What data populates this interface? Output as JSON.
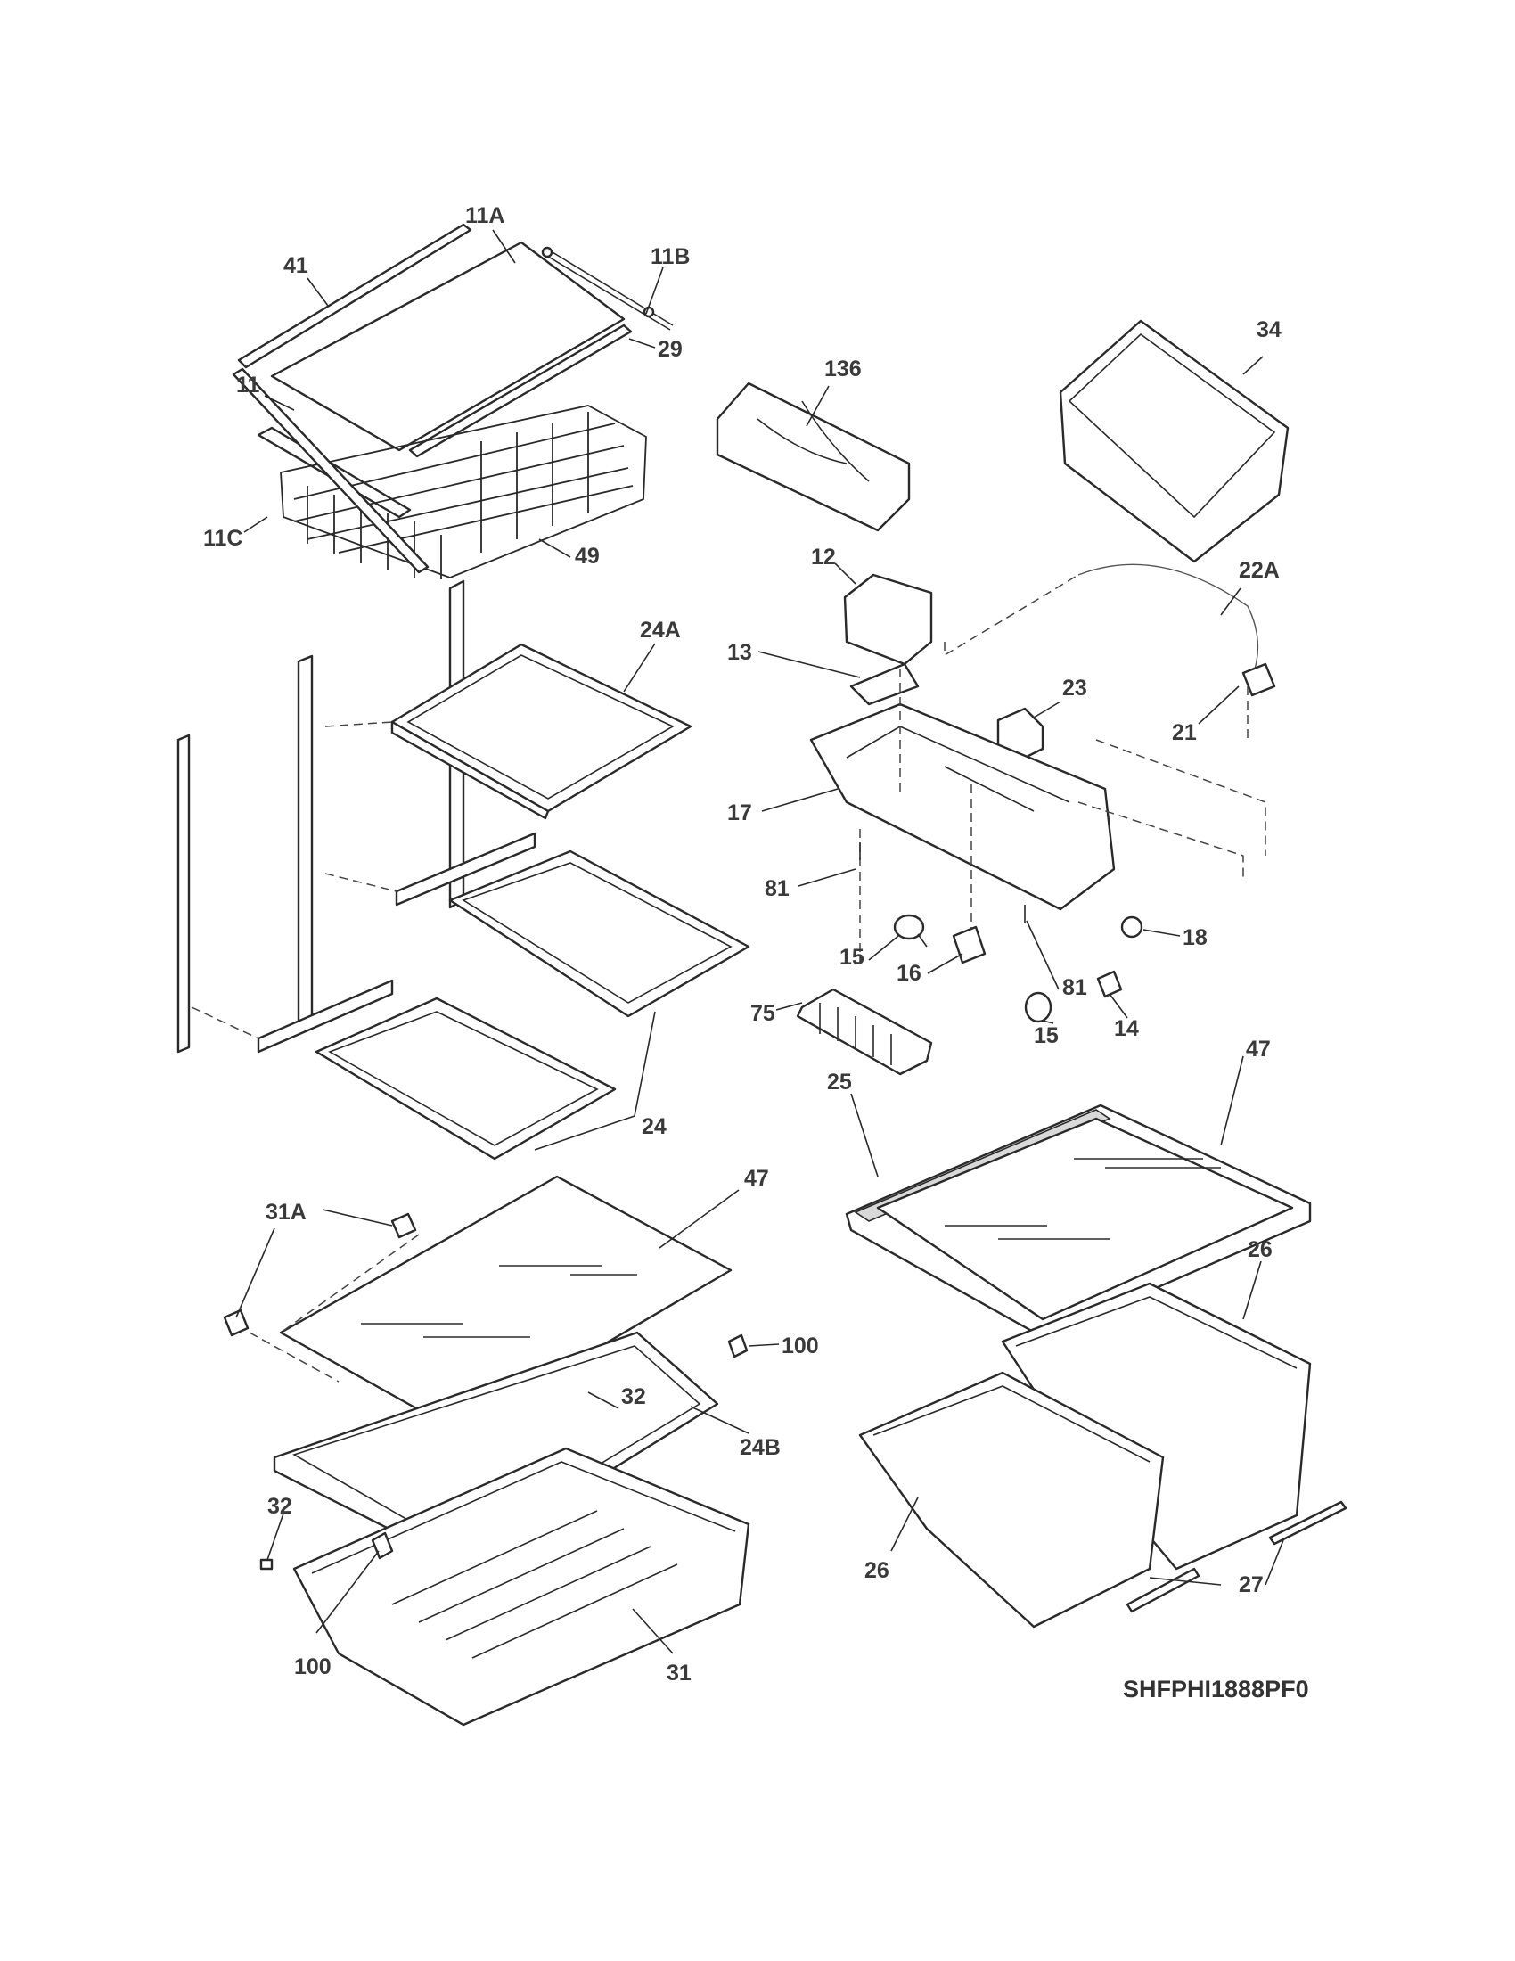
{
  "diagram": {
    "model_code": "SHFPHI1888PF0",
    "part_labels": {
      "p11A": "11A",
      "p11B": "11B",
      "p41": "41",
      "p29": "29",
      "p11": "11",
      "p11C": "11C",
      "p49": "49",
      "p136": "136",
      "p34": "34",
      "p12": "12",
      "p22A": "22A",
      "p24A": "24A",
      "p13": "13",
      "p23": "23",
      "p21": "21",
      "p17": "17",
      "p81a": "81",
      "p15a": "15",
      "p16": "16",
      "p18": "18",
      "p81b": "81",
      "p14": "14",
      "p75": "75",
      "p15b": "15",
      "p47a": "47",
      "p25": "25",
      "p24": "24",
      "p31A": "31A",
      "p47b": "47",
      "p26a": "26",
      "p100a": "100",
      "p32a": "32",
      "p24B": "24B",
      "p32b": "32",
      "p26b": "26",
      "p27": "27",
      "p100b": "100",
      "p31": "31"
    }
  }
}
